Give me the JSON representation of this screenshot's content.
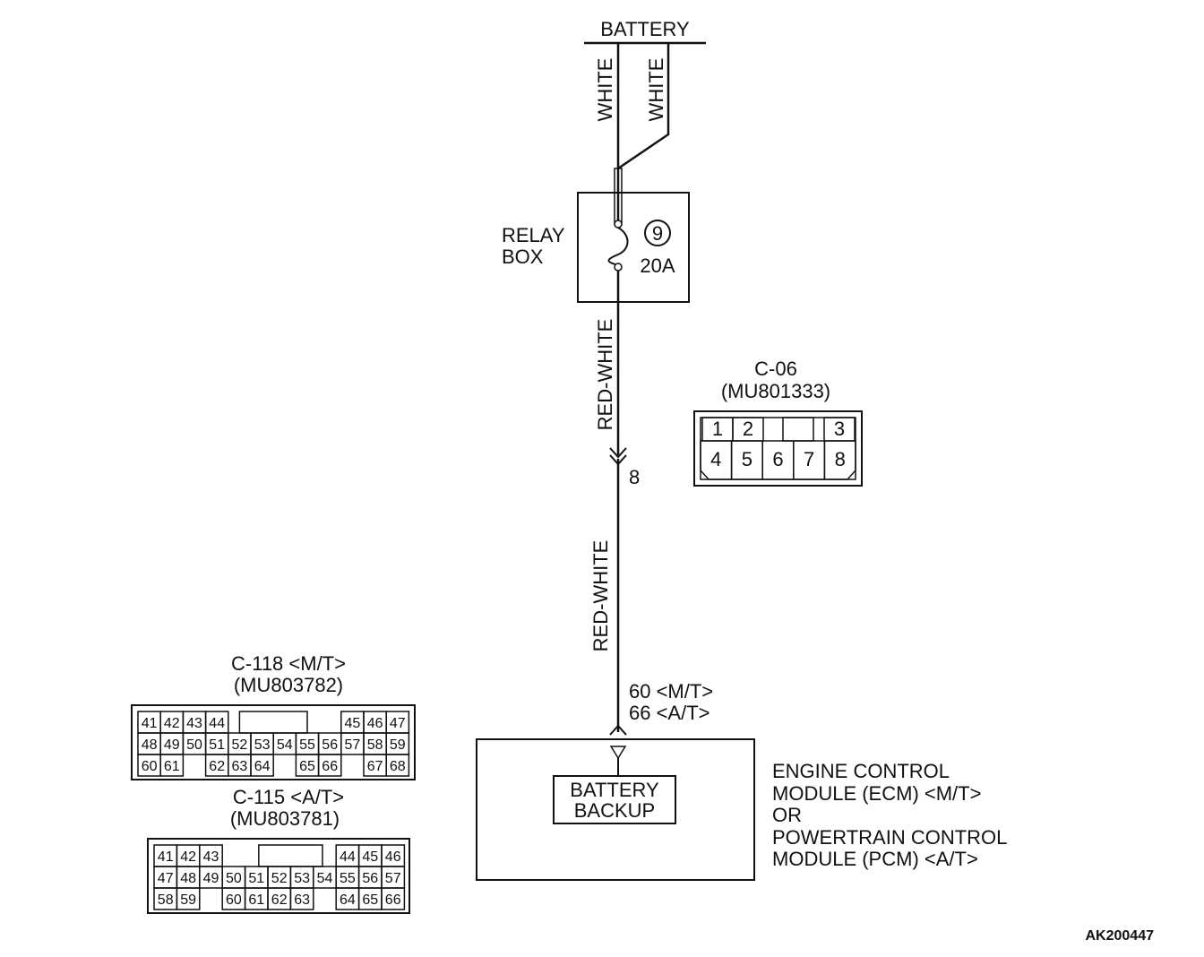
{
  "battery": {
    "label": "BATTERY"
  },
  "wires": {
    "upper_left": "WHITE",
    "upper_right": "WHITE",
    "middle": "RED-WHITE",
    "lower": "RED-WHITE"
  },
  "relay_box": {
    "line1": "RELAY",
    "line2": "BOX",
    "fuse_number": "9",
    "fuse_rating": "20A"
  },
  "junction_pin": "8",
  "ecm_pins": {
    "line1": "60 <M/T>",
    "line2": "66 <A/T>"
  },
  "battery_backup": {
    "line1": "BATTERY",
    "line2": "BACKUP"
  },
  "module_label": {
    "line1": "ENGINE CONTROL",
    "line2": "MODULE (ECM) <M/T>",
    "line3": "OR",
    "line4": "POWERTRAIN CONTROL",
    "line5": "MODULE (PCM) <A/T>"
  },
  "connector_c06": {
    "title": "C-06",
    "part": "(MU801333)",
    "top_row": [
      "1",
      "2",
      "",
      "3"
    ],
    "bottom_row": [
      "4",
      "5",
      "6",
      "7",
      "8"
    ]
  },
  "connector_c118": {
    "title": "C-118 <M/T>",
    "part": "(MU803782)",
    "rows": [
      [
        "41",
        "42",
        "43",
        "44",
        "",
        "",
        "",
        "",
        "",
        "45",
        "46",
        "47"
      ],
      [
        "48",
        "49",
        "50",
        "51",
        "52",
        "53",
        "54",
        "55",
        "56",
        "57",
        "58",
        "59"
      ],
      [
        "60",
        "61",
        "",
        "62",
        "63",
        "64",
        "",
        "65",
        "66",
        "",
        "67",
        "68"
      ]
    ]
  },
  "connector_c115": {
    "title": "C-115 <A/T>",
    "part": "(MU803781)",
    "rows": [
      [
        "41",
        "42",
        "43",
        "",
        "",
        "",
        "",
        "",
        "44",
        "45",
        "46"
      ],
      [
        "47",
        "48",
        "49",
        "50",
        "51",
        "52",
        "53",
        "54",
        "55",
        "56",
        "57"
      ],
      [
        "58",
        "59",
        "",
        "60",
        "61",
        "62",
        "63",
        "",
        "64",
        "65",
        "66"
      ]
    ]
  },
  "figure_id": "AK200447"
}
